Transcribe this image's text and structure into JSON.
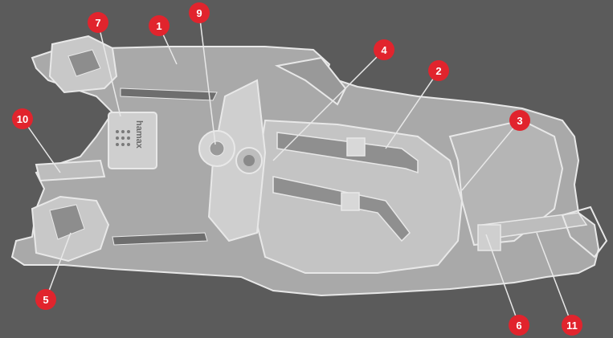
{
  "diagram": {
    "background_color": "#5b5b5b",
    "seat_fill": "#a9a9a9",
    "seat_light": "#c4c4c4",
    "outline_color": "#e8e8e8",
    "callout_color": "#e1242d",
    "brand_text": "hamax",
    "callouts": [
      {
        "id": "c1",
        "label": "1"
      },
      {
        "id": "c2",
        "label": "2"
      },
      {
        "id": "c3",
        "label": "3"
      },
      {
        "id": "c4",
        "label": "4"
      },
      {
        "id": "c5",
        "label": "5"
      },
      {
        "id": "c6",
        "label": "6"
      },
      {
        "id": "c7",
        "label": "7"
      },
      {
        "id": "c9",
        "label": "9"
      },
      {
        "id": "c10",
        "label": "10"
      },
      {
        "id": "c11",
        "label": "11"
      }
    ]
  }
}
